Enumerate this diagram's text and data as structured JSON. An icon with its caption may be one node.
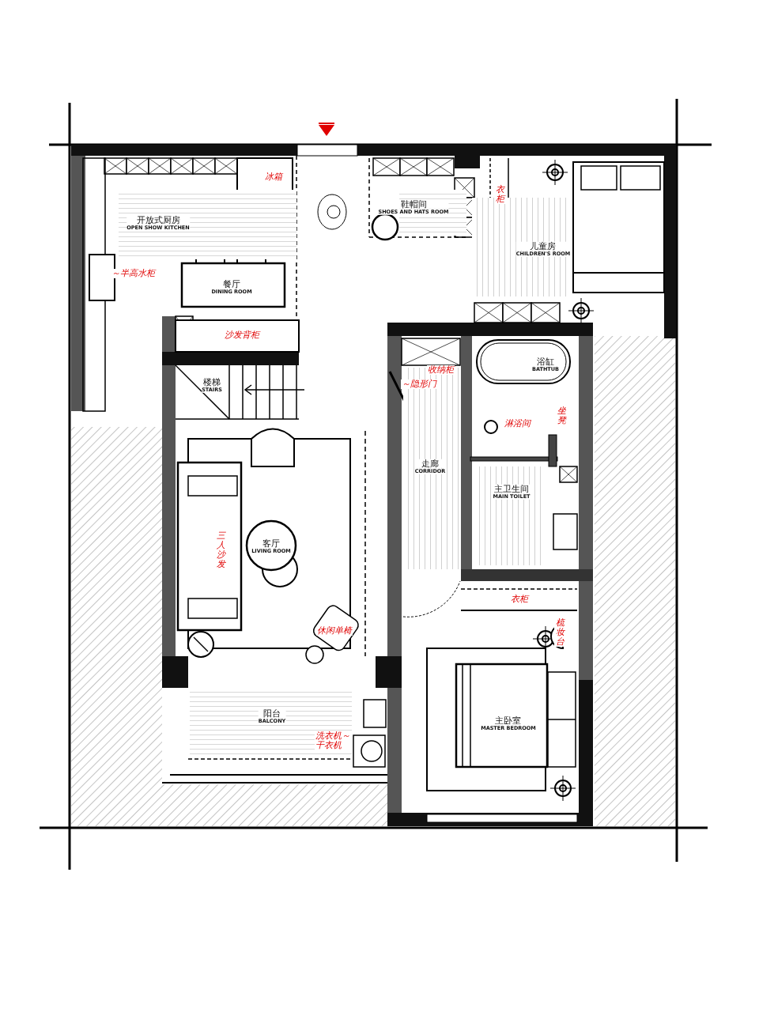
{
  "diagram": {
    "nodes": [
      {
        "text": [
          "开放式厨房",
          "OPEN SHOW KITCHEN"
        ]
      },
      {
        "text": [
          "餐厅",
          "DINING ROOM"
        ]
      },
      {
        "text": [
          "鞋帽间",
          "SHOES AND HATS ROOM"
        ]
      },
      {
        "text": [
          "儿童房",
          "CHILDREN'S ROOM"
        ]
      },
      {
        "text": [
          "楼梯",
          "STAIRS"
        ]
      },
      {
        "text": [
          "客厅",
          "LIVING ROOM"
        ]
      },
      {
        "text": [
          "走廊",
          "CORRIDOR"
        ]
      },
      {
        "text": [
          "浴缸",
          "BATHTUB"
        ]
      },
      {
        "text": [
          "主卫生间",
          "MAIN TOILET"
        ]
      },
      {
        "text": [
          "阳台",
          "BALCONY"
        ]
      },
      {
        "text": [
          "主卧室",
          "MASTER BEDROOM"
        ]
      }
    ],
    "edges": [],
    "labels": [
      "冰箱",
      "～半高水柜",
      "沙发背柜",
      "衣柜",
      "收纳柜",
      "～隐形门",
      "淋浴间",
      "坐凳",
      "三人沙发",
      "休闲单椅",
      "衣柜",
      "梳妆台",
      "洗衣机～干衣机"
    ]
  }
}
